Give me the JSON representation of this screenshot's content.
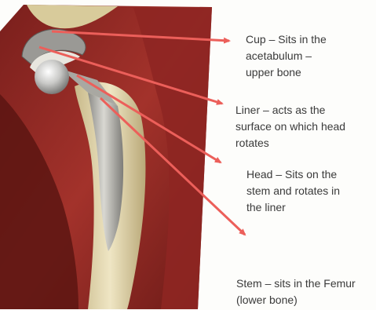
{
  "labels": {
    "cup": {
      "lines": [
        "Cup – Sits in the",
        "acetabulum –",
        "upper bone"
      ]
    },
    "liner": {
      "lines": [
        "Liner – acts as the",
        "surface on which head",
        "rotates"
      ]
    },
    "head": {
      "lines": [
        "Head – Sits on the",
        "stem and rotates in",
        "the liner"
      ]
    },
    "stem": {
      "lines": [
        "Stem – sits in the Femur",
        "(lower bone)"
      ]
    }
  },
  "colors": {
    "arrow": "#ec5f5a",
    "text": "#3a3a3a",
    "background": "#fdfdfb"
  }
}
